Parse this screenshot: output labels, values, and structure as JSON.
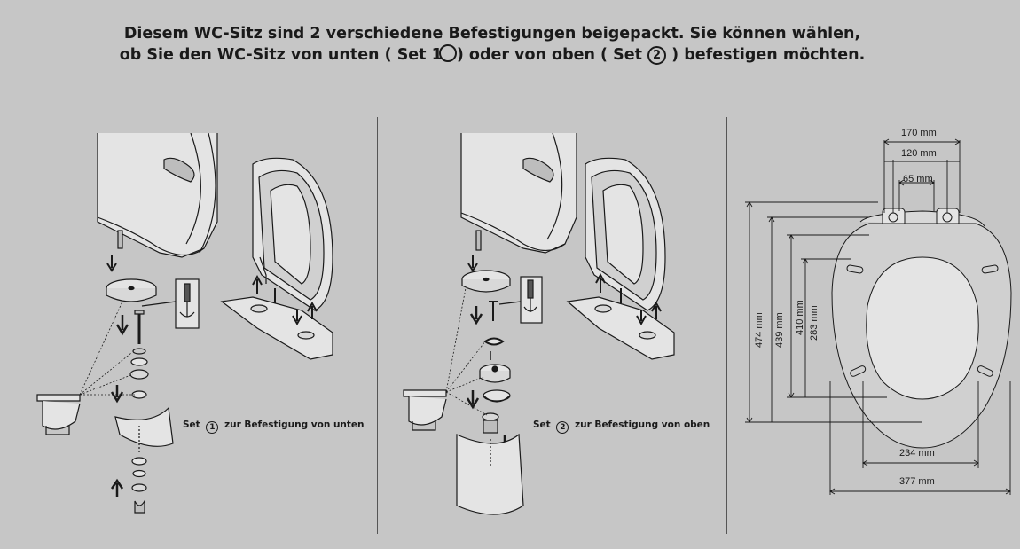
{
  "header": {
    "line1": "Diesem WC-Sitz sind 2 verschiedene Befestigungen beigepackt. Sie können wählen,",
    "line2_prefix": "ob Sie den WC-Sitz von unten ( Set ",
    "set1_number": "1",
    "line2_middle": ") oder von oben ( Set ",
    "set2_number": "2",
    "line2_suffix": " ) befestigen möchten."
  },
  "set1_caption": {
    "prefix": "Set",
    "number": "1",
    "text": "zur Befestigung von unten"
  },
  "set2_caption": {
    "prefix": "Set",
    "number": "2",
    "text": "zur Befestigung von oben"
  },
  "dimensions": {
    "top_170": "170 mm",
    "top_120": "120 mm",
    "top_65": "65 mm",
    "left_474": "474 mm",
    "left_439": "439 mm",
    "left_410": "410 mm",
    "left_283": "283 mm",
    "bottom_234": "234 mm",
    "bottom_377": "377 mm"
  },
  "colors": {
    "background": "#c6c6c6",
    "line": "#1a1a1a",
    "fill_light": "#e4e4e4",
    "fill_mid": "#bdbdbd"
  }
}
